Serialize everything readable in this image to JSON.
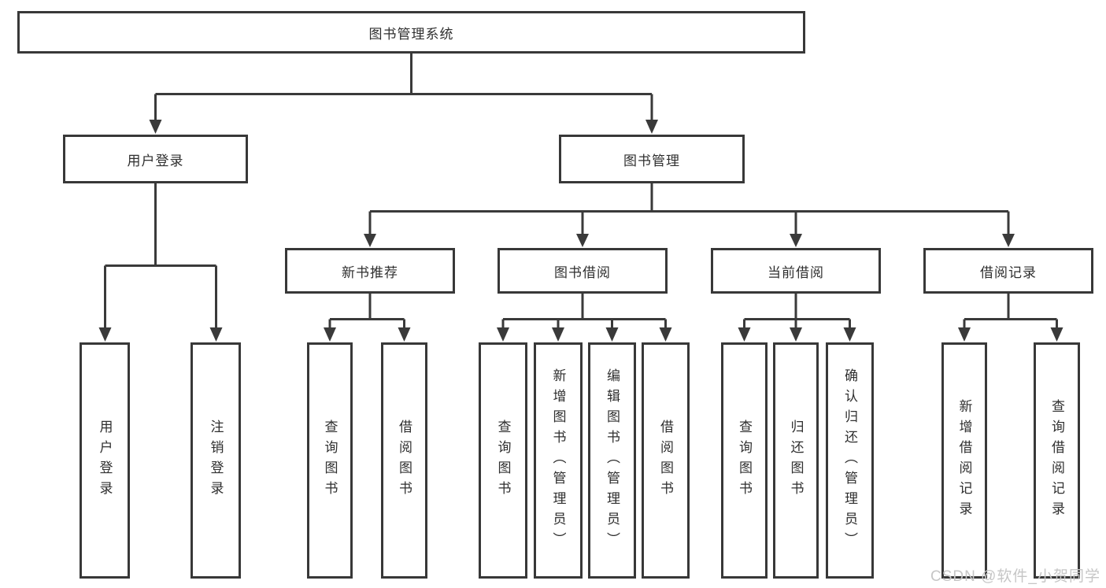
{
  "tree": {
    "root": "图书管理系统",
    "branches": [
      {
        "label": "用户登录",
        "children": [
          "用户登录",
          "注销登录"
        ]
      },
      {
        "label": "图书管理",
        "groups": [
          {
            "label": "新书推荐",
            "children": [
              "查询图书",
              "借阅图书"
            ]
          },
          {
            "label": "图书借阅",
            "children": [
              "查询图书",
              "新增图书（管理员）",
              "编辑图书（管理员）",
              "借阅图书"
            ]
          },
          {
            "label": "当前借阅",
            "children": [
              "查询图书",
              "归还图书",
              "确认归还（管理员）"
            ]
          },
          {
            "label": "借阅记录",
            "children": [
              "新增借阅记录",
              "查询借阅记录"
            ]
          }
        ]
      }
    ]
  },
  "watermark": {
    "text": "CSDN @软件_小贺同学"
  },
  "colors": {
    "line": "#3a3a3a",
    "box_border": "#383838",
    "text": "#2f2f2f",
    "watermark": "#c6c6c6",
    "background": "#ffffff"
  }
}
